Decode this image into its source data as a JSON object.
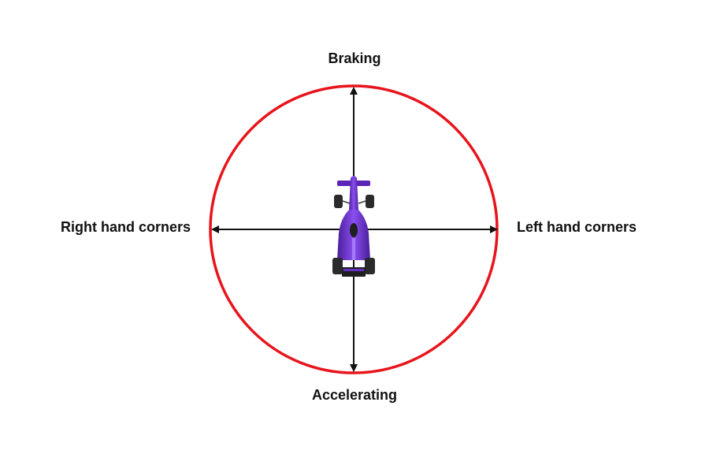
{
  "diagram": {
    "labels": {
      "top": "Braking",
      "bottom": "Accelerating",
      "left": "Right hand corners",
      "right": "Left hand corners"
    },
    "colors": {
      "circle": "#e8141c",
      "axis": "#111111",
      "car_body": "#6a2ec9",
      "car_tyres": "#2b2b2b"
    },
    "icons": {
      "center": "race-car-icon"
    }
  }
}
